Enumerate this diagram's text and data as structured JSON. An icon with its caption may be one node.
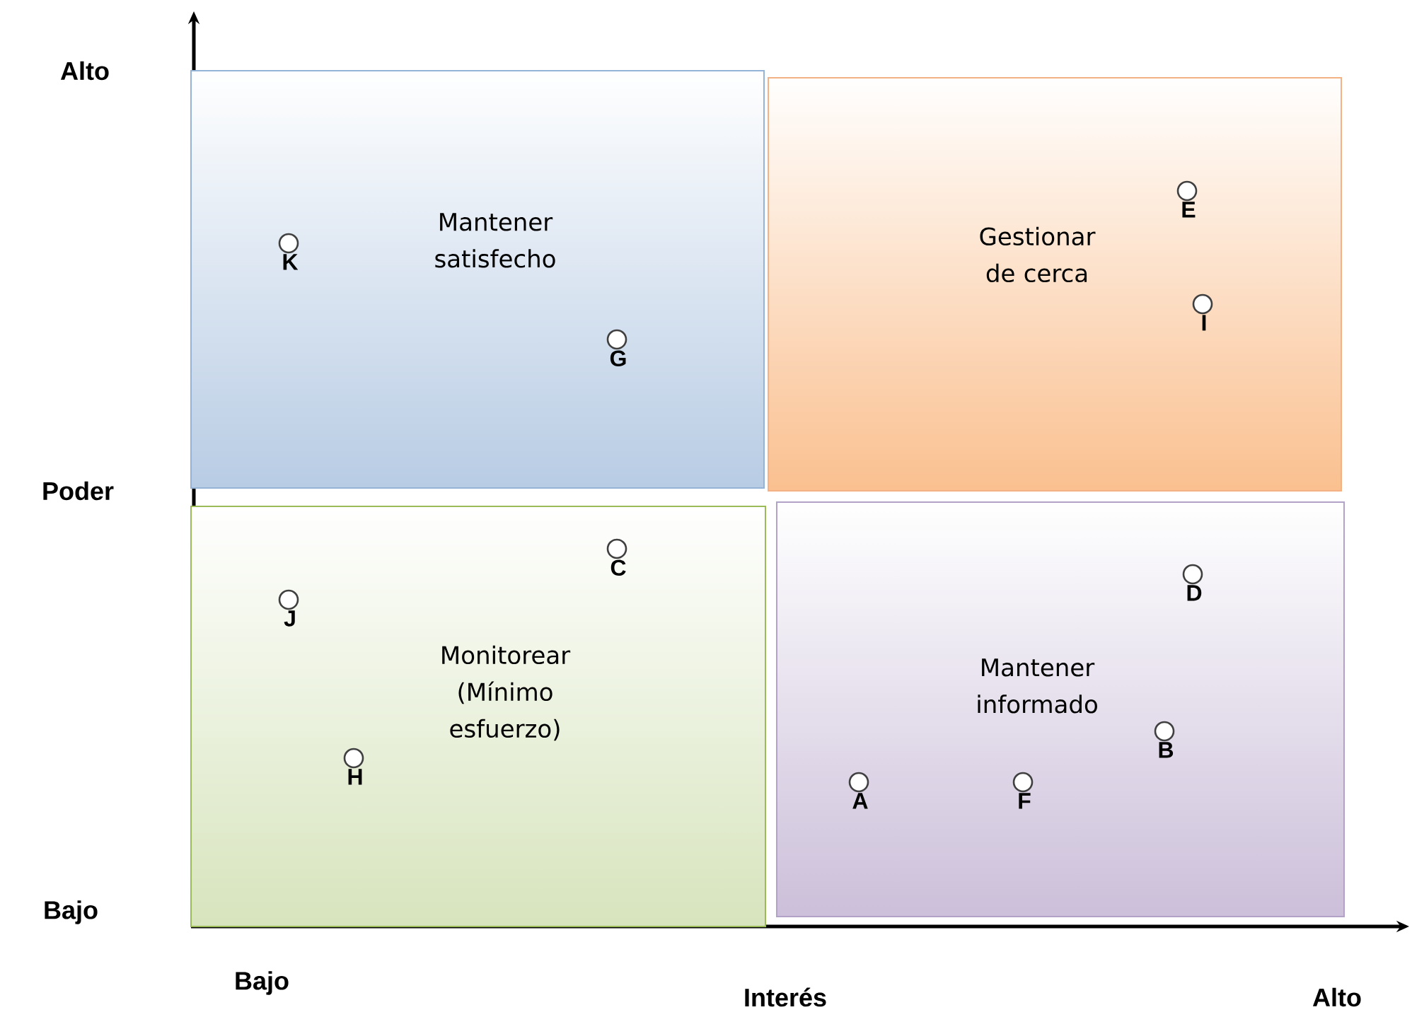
{
  "diagram": {
    "nodes": [
      {
        "text": [
          "Mantener satisfecho"
        ]
      },
      {
        "text": [
          "Gestionar de cerca"
        ]
      },
      {
        "text": [
          "Monitorear (Mínimo esfuerzo)"
        ]
      },
      {
        "text": [
          "Mantener informado"
        ]
      },
      {
        "text": [
          "K"
        ],
        "in": 0
      },
      {
        "text": [
          "G"
        ],
        "in": 0
      },
      {
        "text": [
          "E"
        ],
        "in": 1
      },
      {
        "text": [
          "I"
        ],
        "in": 1
      },
      {
        "text": [
          "C"
        ],
        "in": 2
      },
      {
        "text": [
          "J"
        ],
        "in": 2
      },
      {
        "text": [
          "H"
        ],
        "in": 2
      },
      {
        "text": [
          "D"
        ],
        "in": 3
      },
      {
        "text": [
          "B"
        ],
        "in": 3
      },
      {
        "text": [
          "A"
        ],
        "in": 3
      },
      {
        "text": [
          "F"
        ],
        "in": 3
      }
    ],
    "labels": [
      "Alto",
      "Poder",
      "Bajo",
      "Bajo",
      "Interés",
      "Alto"
    ]
  }
}
